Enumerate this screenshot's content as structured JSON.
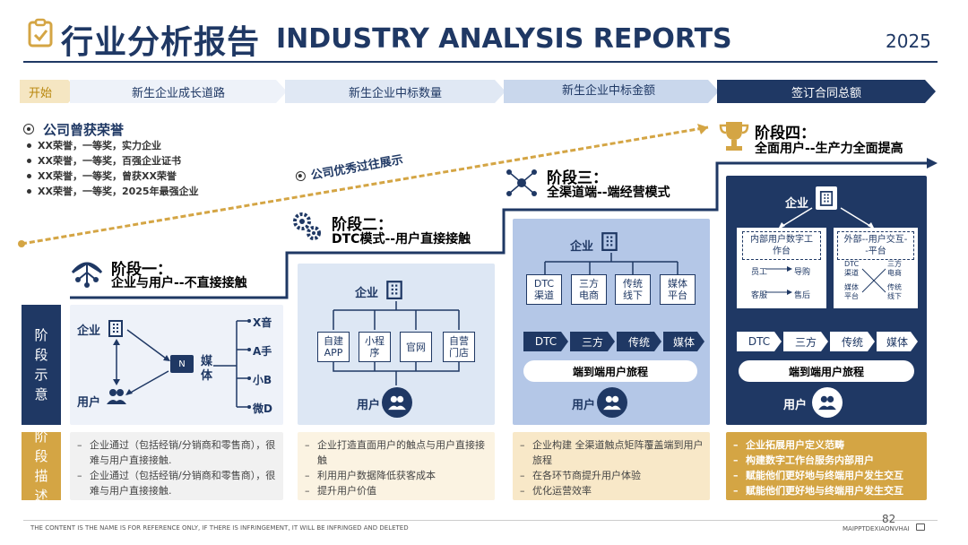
{
  "header": {
    "title_zh": "行业分析报告",
    "title_en": "INDUSTRY ANALYSIS REPORTS",
    "year": "2025"
  },
  "progress_bar": {
    "start": "开始",
    "steps": [
      "新生企业成长道路",
      "新生企业中标数量",
      "新生企业中标金额",
      "签订合同总额"
    ]
  },
  "honors": {
    "title": "公司曾获荣誉",
    "items": [
      "XX荣誉，一等奖，实力企业",
      "XX荣誉，一等奖，百强企业证书",
      "XX荣誉，一等奖，曾获XX荣誉",
      "XX荣誉，一等奖，2025年最强企业"
    ]
  },
  "trend_label": "公司优秀过往展示",
  "stages": [
    {
      "title": "阶段一：",
      "subtitle": "企业与用户--不直接接触"
    },
    {
      "title": "阶段二：",
      "subtitle": "DTC模式--用户直接接触"
    },
    {
      "title": "阶段三：",
      "subtitle": "全渠道端--端经营模式"
    },
    {
      "title": "阶段四：",
      "subtitle": "全面用户--生产力全面提高"
    }
  ],
  "side_labels": {
    "diagram": "阶段示意",
    "description": "阶段描述"
  },
  "common": {
    "enterprise": "企业",
    "user": "用户"
  },
  "stage1_diagram": {
    "media": "媒体",
    "channels": [
      "X音",
      "A手",
      "小B",
      "微D"
    ],
    "screen_glyph": "N"
  },
  "stage2_diagram": {
    "channels": [
      "自建APP",
      "小程序",
      "官网",
      "自营门店"
    ]
  },
  "stage3_diagram": {
    "channels": [
      "DTC渠道",
      "三方电商",
      "传统线下",
      "媒体平台"
    ],
    "flow": [
      "DTC",
      "三方",
      "传统",
      "媒体"
    ],
    "journey": "端到端用户旅程"
  },
  "stage4_diagram": {
    "internal_title": "内部用户数字工作台",
    "external_title": "外部--用户交互--平台",
    "internal_items": [
      "员工",
      "导购",
      "客服",
      "售后"
    ],
    "external_items": [
      "DTC渠道",
      "三方电商",
      "媒体平台",
      "传统线下"
    ],
    "flow": [
      "DTC",
      "三方",
      "传统",
      "媒体"
    ],
    "journey": "端到端用户旅程"
  },
  "descriptions": [
    [
      "企业通过（包括经销/分销商和零售商），很难与用户直接接触.",
      "企业通过（包括经销/分销商和零售商），很难与用户直接接触."
    ],
    [
      "企业打造直面用户的触点与用户直接接触",
      "利用用户数据降低获客成本",
      "提升用户价值"
    ],
    [
      "企业构建 全渠道触点矩阵覆盖端到用户旅程",
      "在各环节商提升用户体验",
      "优化运营效率"
    ],
    [
      "企业拓展用户定义范畴",
      "构建数字工作台服务内部用户",
      "赋能他们更好地与终端用户发生交互",
      "赋能他们更好地与终端用户发生交互"
    ]
  ],
  "footer": {
    "disclaimer": "THE CONTENT IS THE NAME IS FOR REFERENCE ONLY, IF THERE IS INFRINGEMENT, IT WILL BE INFRINGED AND DELETED",
    "page": "82",
    "brand": "MAIPPTDEXIAONVHAI"
  },
  "colors": {
    "navy": "#1f3864",
    "gold": "#d4a544",
    "light_blue": "#dde7f4",
    "mid_blue": "#b4c7e7"
  }
}
